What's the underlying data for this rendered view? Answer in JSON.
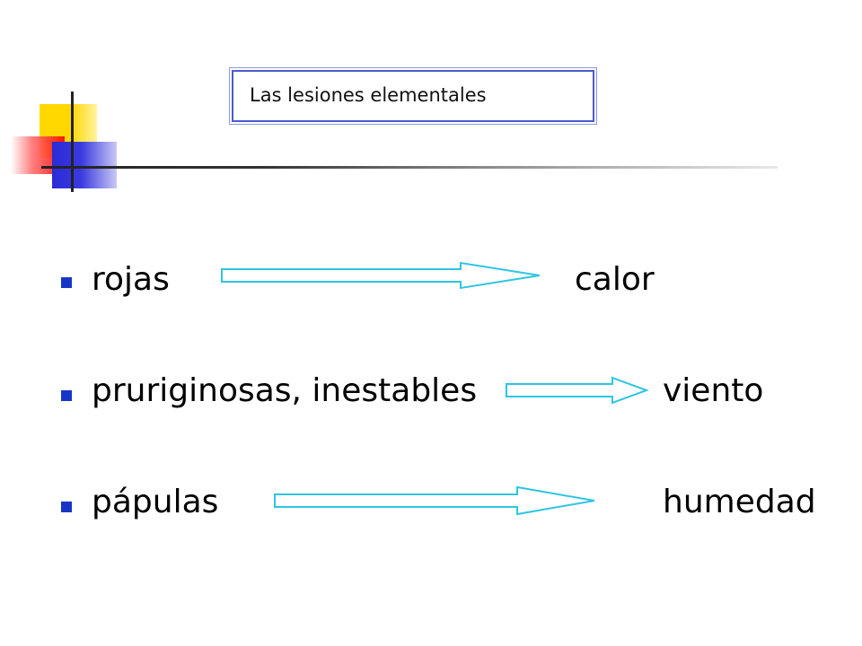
{
  "title": "Las lesiones elementales",
  "rows": [
    {
      "term": "rojas",
      "result": "calor"
    },
    {
      "term": "pruriginosas, inestables",
      "result": "viento"
    },
    {
      "term": "pápulas",
      "result": "humedad"
    }
  ],
  "colors": {
    "bullet": "#1736c8",
    "arrow": "#2ec6e0",
    "title_border": "#4a5bd0"
  }
}
